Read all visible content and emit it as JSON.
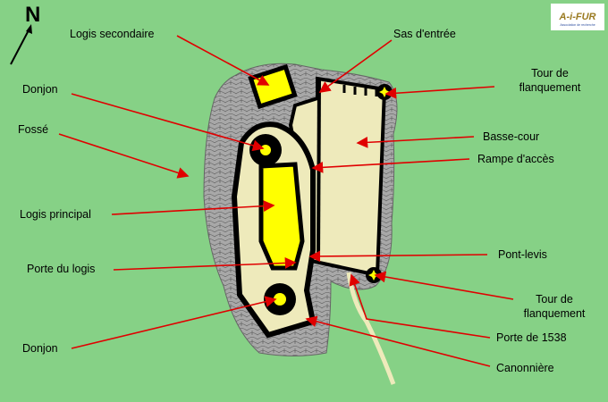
{
  "compass": {
    "north": "N"
  },
  "logo": {
    "text": "A-i-FUR",
    "subtitle": "Association de recherche"
  },
  "labels": {
    "logis_secondaire": "Logis secondaire",
    "sas_entree": "Sas d'entrée",
    "tour_flanquement_1a": "Tour de",
    "tour_flanquement_1b": "flanquement",
    "donjon_1": "Donjon",
    "fosse": "Fossé",
    "basse_cour": "Basse-cour",
    "rampe_acces": "Rampe d'accès",
    "logis_principal": "Logis principal",
    "pont_levis": "Pont-levis",
    "porte_logis": "Porte du logis",
    "tour_flanquement_2a": "Tour de",
    "tour_flanquement_2b": "flanquement",
    "porte_1538": "Porte de 1538",
    "donjon_2": "Donjon",
    "canonniere": "Canonnière"
  },
  "colors": {
    "background": "#86d186",
    "rock": "#a8a8a8",
    "court": "#eeeabb",
    "building": "#ffff00",
    "wall": "#000000",
    "arrow": "#e00000"
  }
}
